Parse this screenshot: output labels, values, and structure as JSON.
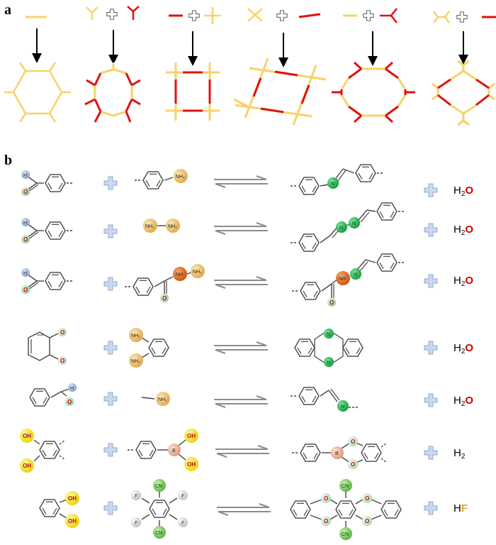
{
  "panels": {
    "a": {
      "label": "a"
    },
    "b": {
      "label": "b"
    }
  },
  "atoms": {
    "H": "H",
    "O": "O",
    "N": "N",
    "NH": "NH",
    "NH2": "NH₂",
    "OH": "OH",
    "B": "B",
    "CN": "CN",
    "F": "F"
  },
  "byproducts": {
    "water_h": "H",
    "water_sub": "2",
    "water_o": "O",
    "hydrogen_h": "H",
    "hydrogen_sub": "2",
    "hf_h": "H",
    "hf_f": "F"
  },
  "colors": {
    "yellow_linker": "#f7d26a",
    "red_linker": "#e01010",
    "plus_fill": "#c9d9ef",
    "plus_stroke": "#8ea8cc",
    "equilibrium": "#8c8c8c",
    "bond": "#444444",
    "atom_h": "#8aa8d8",
    "atom_o": "#8fd0a0",
    "atom_n": "#1fb34a",
    "atom_nh2": "#e7b85a",
    "atom_nh": "#e06a1a",
    "atom_oh": "#f4e21e",
    "atom_b": "#e8b49a",
    "atom_cn": "#7acb5a",
    "atom_f": "#c8c8c8"
  }
}
